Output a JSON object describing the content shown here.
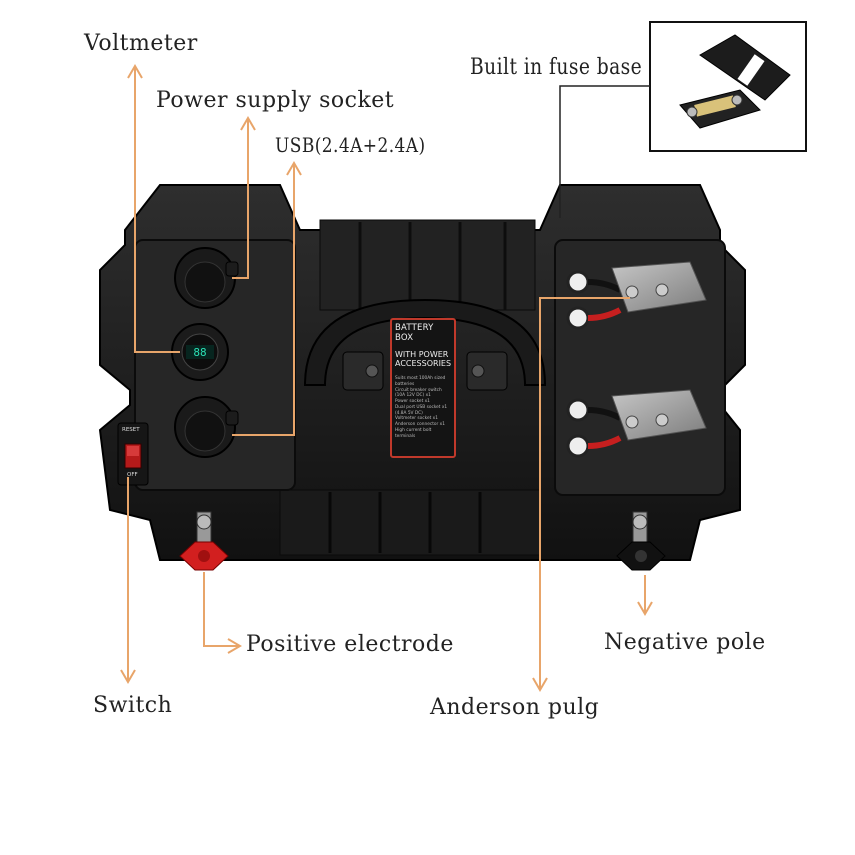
{
  "callouts": {
    "voltmeter": "Voltmeter",
    "power_supply_socket": "Power supply socket",
    "usb": "USB(2.4A+2.4A)",
    "fuse_base": "Built in fuse base",
    "positive_electrode": "Positive electrode",
    "negative_pole": "Negative pole",
    "switch": "Switch",
    "anderson_plug": "Anderson pulg"
  },
  "product_label": {
    "title": "BATTERY BOX",
    "subtitle": "WITH POWER ACCESSORIES",
    "features": [
      "Suits most 100Ah sized batteries",
      "Circuit breaker switch",
      "(10A 12V DC) x1",
      "Power socket x1",
      "Dual port USB socket x1",
      "(4.8A 5V DC)",
      "Voltmeter socket x1",
      "Anderson connector x1",
      "High current bolt terminals"
    ]
  },
  "switch_labels": {
    "top": "RESET",
    "bottom": "OFF"
  },
  "colors": {
    "background": "#ffffff",
    "callout_line": "#e8a56a",
    "box_body": "#1c1c1c",
    "label_border": "#c0392b",
    "positive_cap": "#d21f1f",
    "anderson_plug": "#9a9a9a"
  }
}
